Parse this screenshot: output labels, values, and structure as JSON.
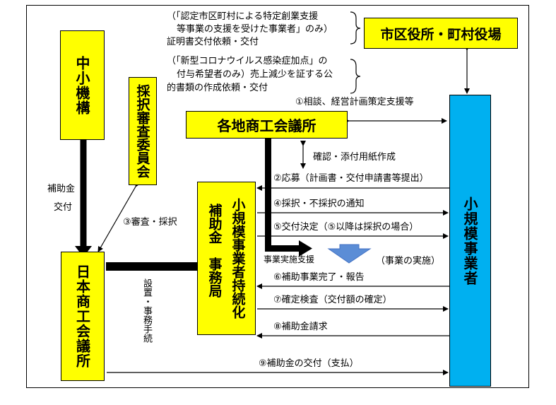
{
  "boxes": {
    "chusho": "中小機構",
    "shinsa": "採択審査委員会",
    "nissho": "日本商工会議所",
    "kakuchi": "各地商工会議所",
    "jimukyoku_line1": "小規模事業者持続化",
    "jimukyoku_line2": "補助金　事務局",
    "shiku": "市区役所・町村役場",
    "shokibo": "小規模事業者"
  },
  "notes": {
    "top_line1": "（「認定市区町村による特定創業支援",
    "top_line2": "等事業の支援を受けた事業者」のみ）",
    "top_line3": "証明書交付依頼・交付",
    "top_line4": "（「新型コロナウイルス感染症加点」の",
    "top_line5": "付与希望者のみ）売上減少を証する公",
    "top_line6": "的書類の作成依頼・交付"
  },
  "labels": {
    "step1": "①相談、経営計画策定支援等",
    "kakunin": "確認・添付用紙作成",
    "step2": "②応募（計画書・交付申請書等提出）",
    "step4": "④採択・不採択の通知",
    "step5": "⑤交付決定（⑤以降は採択の場合）",
    "jigyo_shien": "事業実施支援",
    "jigyo_jisshi": "（事業の実施）",
    "step6": "⑥補助事業完了・報告",
    "step7": "⑦確定検査（交付額の確定）",
    "step8": "⑧補助金請求",
    "step9": "⑨補助金の交付（支払）",
    "step3": "③審査・採択",
    "hojokin": "補助金",
    "kofu": "交付",
    "setchi": "設置・事務手続"
  }
}
